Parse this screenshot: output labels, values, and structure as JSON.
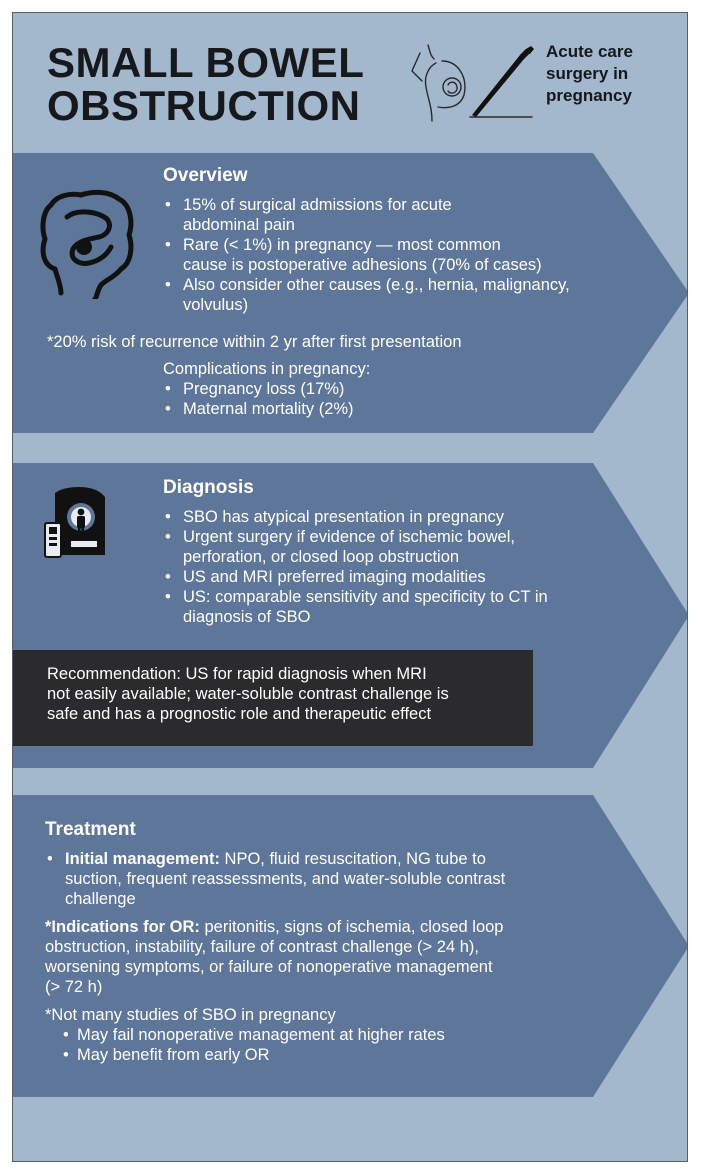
{
  "title": {
    "line1": "SMALL BOWEL",
    "line2": "OBSTRUCTION"
  },
  "logo": {
    "line1": "Acute care",
    "line2": "surgery in",
    "line3": "pregnancy",
    "icon": "pregnant-figure-scalpel-icon"
  },
  "overview": {
    "title": "Overview",
    "icon": "intestine-icon",
    "bullets": [
      [
        "15% of surgical admissions for acute",
        "abdominal pain"
      ],
      [
        "Rare (< 1%) in pregnancy — most common",
        "cause is postoperative adhesions (70% of cases)"
      ],
      [
        "Also consider other causes (e.g., hernia, malignancy,",
        "volvulus)"
      ]
    ],
    "note": "*20% risk of recurrence within 2 yr after first presentation",
    "complications_heading": "Complications in pregnancy:",
    "complications": [
      "Pregnancy loss (17%)",
      "Maternal mortality (2%)"
    ]
  },
  "diagnosis": {
    "title": "Diagnosis",
    "icon": "mri-scanner-icon",
    "bullets": [
      [
        "SBO has atypical presentation in pregnancy"
      ],
      [
        "Urgent surgery if evidence of ischemic bowel,",
        "perforation, or closed loop obstruction"
      ],
      [
        "US and MRI preferred imaging modalities"
      ],
      [
        "US: comparable sensitivity and specificity to CT in",
        "diagnosis of SBO"
      ]
    ],
    "recommendation": [
      "Recommendation: US for rapid diagnosis when MRI",
      "not easily available; water-soluble contrast challenge is",
      "safe and has a prognostic role and therapeutic effect"
    ]
  },
  "treatment": {
    "title": "Treatment",
    "initial_label": "Initial management:",
    "initial_lines": [
      " NPO, fluid resuscitation, NG tube to",
      "suction, frequent reassessments, and water-soluble contrast",
      "challenge"
    ],
    "or_label": "*Indications for OR:",
    "or_lines": [
      " peritonitis, signs of ischemia, closed loop",
      "obstruction, instability, failure of contrast challenge (> 24 h),",
      "worsening symptoms, or failure of nonoperative management",
      "(> 72 h)"
    ],
    "studies_note": "*Not many studies of SBO in pregnancy",
    "studies_bullets": [
      "May fail nonoperative management at higher rates",
      "May benefit from early OR"
    ]
  },
  "colors": {
    "background": "#a3b7cd",
    "chevron": "#5e7699",
    "recommendation_box": "#2b2b2d",
    "title_text": "#16181c"
  }
}
